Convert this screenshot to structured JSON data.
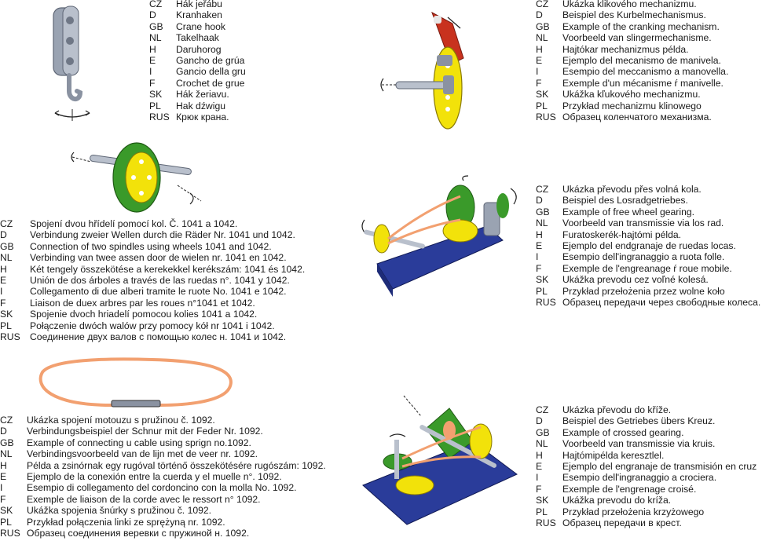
{
  "sections": [
    {
      "id": "crane_hook",
      "rows": [
        {
          "code": "CZ",
          "text": "Hák jeřábu"
        },
        {
          "code": "D",
          "text": "Kranhaken"
        },
        {
          "code": "GB",
          "text": "Crane hook"
        },
        {
          "code": "NL",
          "text": "Takelhaak"
        },
        {
          "code": "H",
          "text": "Daruhorog"
        },
        {
          "code": "E",
          "text": "Gancho de grúa"
        },
        {
          "code": "I",
          "text": "Gancio della gru"
        },
        {
          "code": "F",
          "text": "Crochet de grue"
        },
        {
          "code": "SK",
          "text": "Hák žeriavu."
        },
        {
          "code": "PL",
          "text": "Hak dźwigu"
        },
        {
          "code": "RUS",
          "text": "Крюк крана."
        }
      ]
    },
    {
      "id": "cranking_mechanism",
      "rows": [
        {
          "code": "CZ",
          "text": "Ukázka klikového mechanizmu."
        },
        {
          "code": "D",
          "text": "Beispiel des Kurbelmechanismus."
        },
        {
          "code": "GB",
          "text": "Example of the cranking mechanism."
        },
        {
          "code": "NL",
          "text": "Voorbeeld van slingermechanisme."
        },
        {
          "code": "H",
          "text": "Hajtókar  mechanizmus példa."
        },
        {
          "code": "E",
          "text": "Ejemplo del mecanismo de manivela."
        },
        {
          "code": "I",
          "text": "Esempio del meccanismo a manovella."
        },
        {
          "code": "F",
          "text": "Exemple d'un mécanisme ŕ manivelle."
        },
        {
          "code": "SK",
          "text": "Ukážka kľukového mechanizmu."
        },
        {
          "code": "PL",
          "text": "Przykład mechanizmu klinowego"
        },
        {
          "code": "RUS",
          "text": "Образец коленчатого механизма."
        }
      ]
    },
    {
      "id": "two_spindles",
      "rows": [
        {
          "code": "CZ",
          "text": "Spojení dvou hřídelí pomocí kol. Č. 1041 a 1042."
        },
        {
          "code": "D",
          "text": "Verbindung zweier Wellen durch die Räder Nr. 1041 und 1042."
        },
        {
          "code": "GB",
          "text": "Connection of two spindles using wheels 1041 and 1042."
        },
        {
          "code": "NL",
          "text": "Verbinding van twee assen door de wielen nr. 1041 en 1042."
        },
        {
          "code": "H",
          "text": "Két tengely összekötése a kerekekkel  kerékszám: 1041 és 1042."
        },
        {
          "code": "E",
          "text": "Unión de dos árboles a través de las ruedas n°. 1041 y 1042."
        },
        {
          "code": "I",
          "text": "Collegamento di due alberi tramite le ruote No. 1041 e 1042."
        },
        {
          "code": "F",
          "text": "Liaison de duex arbres par les roues n°1041 et 1042."
        },
        {
          "code": "SK",
          "text": "Spojenie dvoch hriadelí pomocou kolies 1041 a 1042."
        },
        {
          "code": "PL",
          "text": "Połączenie dwóch walów przy pomocy kół nr 1041 i 1042."
        },
        {
          "code": "RUS",
          "text": "Соединение двух валов с помощью колес н. 1041 и 1042."
        }
      ]
    },
    {
      "id": "free_wheel",
      "rows": [
        {
          "code": "CZ",
          "text": "Ukázka převodu přes volná kola."
        },
        {
          "code": "D",
          "text": "Beispiel des Losradgetriebes."
        },
        {
          "code": "GB",
          "text": "Example of free wheel gearing."
        },
        {
          "code": "NL",
          "text": "Voorbeeld van transmissie via los rad."
        },
        {
          "code": "H",
          "text": "Furatoskerék-hajtómi példa."
        },
        {
          "code": "E",
          "text": "Ejemplo del endgranaje de ruedas locas."
        },
        {
          "code": "I",
          "text": "Esempio dell'ingranaggio a ruota folle."
        },
        {
          "code": "F",
          "text": "Exemple de l'engreanage ŕ roue mobile."
        },
        {
          "code": "SK",
          "text": "Ukážka prevodu cez voľné kolesá."
        },
        {
          "code": "PL",
          "text": "Przykład przełożenia przez wolne koło"
        },
        {
          "code": "RUS",
          "text": "Образец передачи через свободные колеса."
        }
      ]
    },
    {
      "id": "cord_spring",
      "rows": [
        {
          "code": "CZ",
          "text": "Ukázka spojení motouzu s pružinou č. 1092."
        },
        {
          "code": "D",
          "text": "Verbindungsbeispiel der Schnur mit der Feder Nr. 1092."
        },
        {
          "code": "GB",
          "text": "Example of connecting u cable using sprign no.1092."
        },
        {
          "code": "NL",
          "text": "Verbindingsvoorbeeld van de lijn met de veer nr. 1092."
        },
        {
          "code": "H",
          "text": "Példa a zsinórnak egy rugóval történő összekötésére  rugószám: 1092."
        },
        {
          "code": "E",
          "text": "Ejemplo de la conexión entre la cuerda y el muelle n°. 1092."
        },
        {
          "code": "I",
          "text": "Esempio di collegamento del cordoncino con la molla No. 1092."
        },
        {
          "code": "F",
          "text": "Exemple de liaison de la corde avec le ressort n° 1092."
        },
        {
          "code": "SK",
          "text": "Ukážka spojenia šnúrky  s pružinou č. 1092."
        },
        {
          "code": "PL",
          "text": "Przykład połączenia linki ze sprężyną nr. 1092."
        },
        {
          "code": "RUS",
          "text": "Образец соединения веревки с пружиной н. 1092."
        }
      ]
    },
    {
      "id": "crossed_gearing",
      "rows": [
        {
          "code": "CZ",
          "text": "Ukázka převodu do kříže."
        },
        {
          "code": "D",
          "text": "Beispiel des Getriebes übers Kreuz."
        },
        {
          "code": "GB",
          "text": "Example of crossed gearing."
        },
        {
          "code": "NL",
          "text": "Voorbeeld van transmissie via kruis."
        },
        {
          "code": "H",
          "text": "Hajtómipélda keresztlel."
        },
        {
          "code": "E",
          "text": "Ejemplo del engranaje de transmisión en cruz"
        },
        {
          "code": "I",
          "text": "Esempio dell'ingranaggio a crociera."
        },
        {
          "code": "F",
          "text": "Exemple de l'engrenage croisé."
        },
        {
          "code": "SK",
          "text": "Ukážka prevodu do kríža."
        },
        {
          "code": "PL",
          "text": "Przykład przełożenia krzyżowego"
        },
        {
          "code": "RUS",
          "text": "Образец передачи в крест."
        }
      ]
    }
  ],
  "colors": {
    "text": "#1a1a1a",
    "steel": "#9aa3b2",
    "yellow": "#f2e20a",
    "green": "#3a9a2a",
    "orange": "#f2a070",
    "red": "#c8321e",
    "blue_plate": "#2a3c9a"
  }
}
